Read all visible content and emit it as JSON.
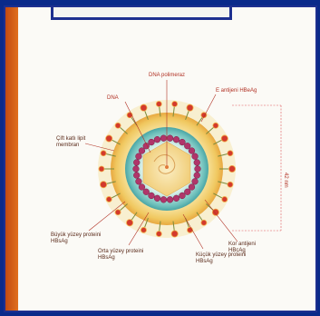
{
  "diagram": {
    "labels": {
      "dna_polymerase": "DNA polimeraz",
      "dna": "DNA",
      "e_antigen": "E antijeni HBeAg",
      "lipid_membrane_1": "Çift katlı lipit",
      "lipid_membrane_2": "membran",
      "large_protein_1": "Büyük yüzey proteini",
      "large_protein_2": "HBsAg",
      "middle_protein_1": "Orta yüzey proteini",
      "middle_protein_2": "HBsAg",
      "small_protein_1": "Küçük yüzey proteini",
      "small_protein_2": "HBsAg",
      "core_antigen_1": "Kor antijeni",
      "core_antigen_2": "HBcAg",
      "size": "42 nm"
    },
    "colors": {
      "membrane": "#f0c860",
      "spike_head": "#d33a2c",
      "inner_ring": "#7cc7c0",
      "capsid_bead": "#b0356a",
      "core": "#f6dfa0",
      "label": "#b13124"
    }
  }
}
